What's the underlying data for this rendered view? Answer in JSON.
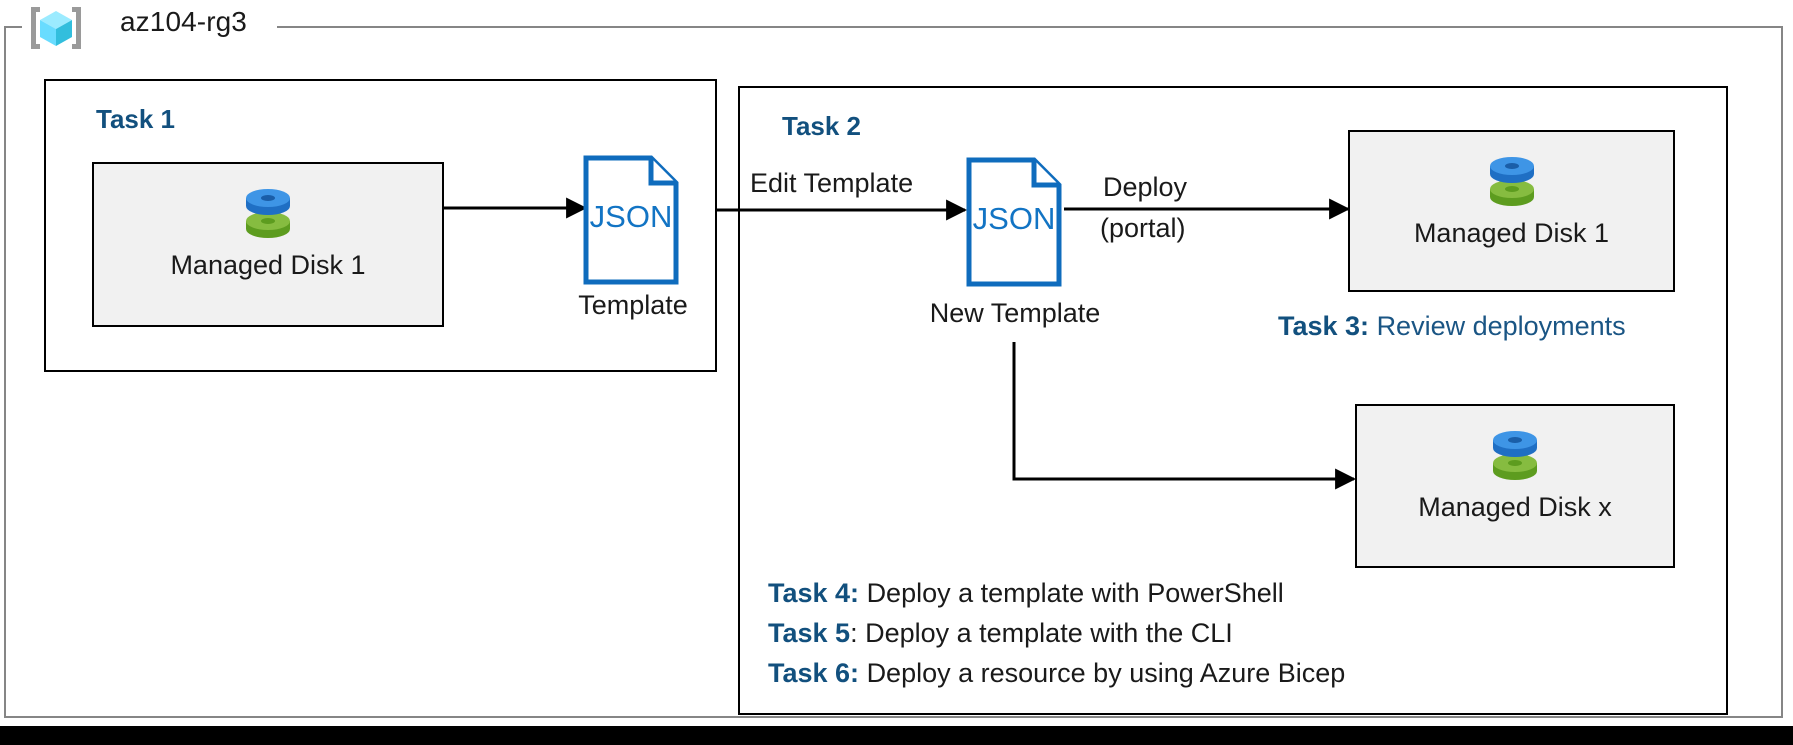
{
  "resource_group": {
    "name": "az104-rg3",
    "icon": "azure-resource-group-icon"
  },
  "tasks": {
    "task1": {
      "heading": "Task 1"
    },
    "task2": {
      "heading": "Task 2"
    }
  },
  "resources": {
    "disk_1_source": {
      "label": "Managed Disk 1",
      "icon": "managed-disk-icon"
    },
    "disk_1_deployed": {
      "label": "Managed Disk 1",
      "icon": "managed-disk-icon"
    },
    "disk_x_deployed": {
      "label": "Managed Disk x",
      "icon": "managed-disk-icon"
    }
  },
  "documents": {
    "template": {
      "type_label": "JSON",
      "caption": "Template",
      "icon": "json-document-icon"
    },
    "new_template": {
      "type_label": "JSON",
      "caption": "New Template",
      "icon": "json-document-icon"
    }
  },
  "edges": {
    "export": {
      "label": ""
    },
    "edit_template": {
      "label": "Edit Template"
    },
    "deploy_portal": {
      "label_line1": "Deploy",
      "label_line2": "(portal)"
    },
    "deploy_x": {
      "label": ""
    }
  },
  "notes": {
    "task3": {
      "key": "Task 3:",
      "text": "Review deployments"
    },
    "task4": {
      "key": "Task 4:",
      "text": "Deploy a template with PowerShell"
    },
    "task5": {
      "key": "Task 5",
      "separator": ":",
      "text": "Deploy a template with the CLI"
    },
    "task6": {
      "key": "Task 6:",
      "text": "Deploy a resource by using Azure Bicep"
    }
  },
  "colors": {
    "accent_heading": "#12507e",
    "note_blue": "#1a5584",
    "json_outline": "#0f6cbd",
    "disk_blue": "#3b8ddd",
    "disk_green": "#7ab539",
    "card_fill": "#f1f1f1",
    "frame_gray": "#868686",
    "rg_cube_cyan": "#50e6ff"
  }
}
